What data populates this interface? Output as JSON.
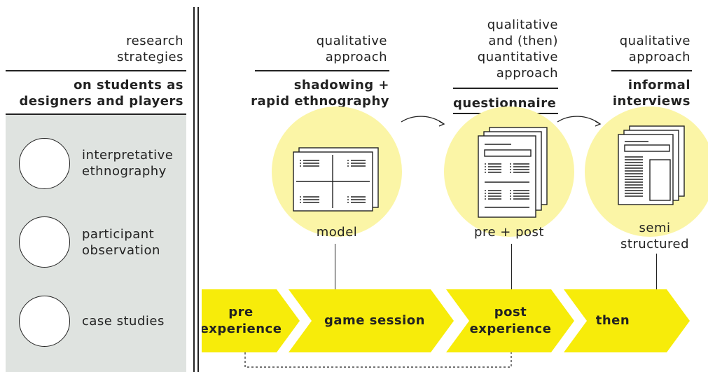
{
  "left_column": {
    "heading": [
      "research",
      "strategies"
    ],
    "subheading": [
      "on students as",
      "designers and players"
    ],
    "items": [
      {
        "label": [
          "interpretative",
          "ethnography"
        ]
      },
      {
        "label": [
          "participant",
          "observation"
        ]
      },
      {
        "label": [
          "case studies"
        ]
      }
    ]
  },
  "columns": [
    {
      "approach": [
        "qualitative",
        "approach"
      ],
      "method": [
        "shadowing +",
        "rapid ethnography"
      ],
      "caption": [
        "model"
      ],
      "icon": "chart-sheets-icon"
    },
    {
      "approach": [
        "qualitative",
        "and (then)",
        "quantitative",
        "approach"
      ],
      "method": [
        "questionnaire"
      ],
      "caption": [
        "pre + post"
      ],
      "icon": "form-sheets-icon"
    },
    {
      "approach": [
        "qualitative",
        "approach"
      ],
      "method": [
        "informal",
        "interviews"
      ],
      "caption": [
        "semi",
        "structured"
      ],
      "icon": "interview-sheets-icon"
    }
  ],
  "timeline": [
    "pre\nexperience",
    "game session",
    "post\nexperience",
    "then"
  ],
  "colors": {
    "highlight": "#f7ec0a",
    "glow": "#fbf5a6",
    "panel": "#dfe3e0",
    "ink": "#222222"
  }
}
